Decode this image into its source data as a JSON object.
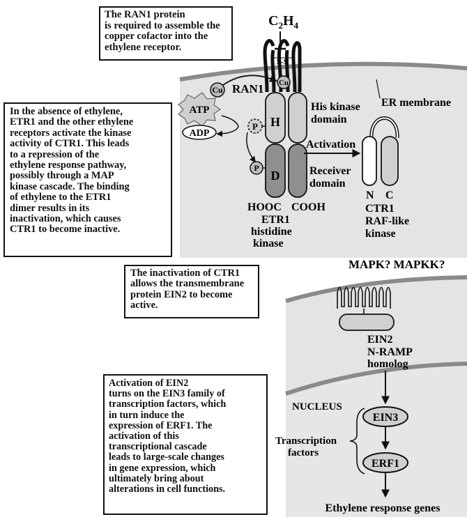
{
  "notes": {
    "ran1": "The RAN1 protein\nis required to assemble the\ncopper cofactor into the\nethylene receptor.",
    "etr1": "In the absence of ethylene,\nETR1 and the other ethylene\nreceptors activate the kinase\nactivity of CTR1. This leads\nto a repression of the\nethylene response pathway,\npossibly through a MAP\nkinase cascade. The binding\nof ethylene to the ETR1\ndimer results in its\ninactivation, which causes\nCTR1 to become inactive.",
    "ctr1": "The inactivation of CTR1\nallows the transmembrane\nprotein EIN2 to become\nactive.",
    "ein2": "Activation of EIN2\nturns on the EIN3 family of\ntranscription factors, which\nin turn induce the\nexpression of ERF1. The\nactivation of this\ntranscriptional cascade\nleads to large-scale changes\nin gene expression, which\nultimately bring about\nalterations in cell functions."
  },
  "labels": {
    "c2h4_c": "C",
    "c2h4_sub1": "2",
    "c2h4_h": "H",
    "c2h4_sub2": "4",
    "disulfide": "S-S",
    "cu_left": "Cu",
    "cu_right": "Cu",
    "ran1": "RAN1",
    "er_membrane": "ER membrane",
    "atp": "ATP",
    "adp": "ADP",
    "p_dashed": "P",
    "p_lower": "P",
    "domain_h": "H",
    "domain_d": "D",
    "his_kinase_1": "His kinase",
    "his_kinase_2": "domain",
    "activation": "Activation",
    "receiver_1": "Receiver",
    "receiver_2": "domain",
    "hooc": "HOOC",
    "cooh": "COOH",
    "etr1_1": "ETR1",
    "etr1_2": "histidine",
    "etr1_3": "kinase",
    "ctr1_n": "N",
    "ctr1_c": "C",
    "ctr1_1": "CTR1",
    "ctr1_2": "RAF-like",
    "ctr1_3": "kinase",
    "mapk": "MAPK? MAPKK?",
    "ein2_1": "EIN2",
    "ein2_2": "N-RAMP",
    "ein2_3": "homolog",
    "nucleus": "NUCLEUS",
    "ein3": "EIN3",
    "erf1": "ERF1",
    "tf_1": "Transcription",
    "tf_2": "factors",
    "response_genes": "Ethylene response genes"
  },
  "colors": {
    "cell_fill": "#e4e4e4",
    "membrane": "#8a8a8a",
    "light_protein": "#d0d0d0",
    "dark_protein": "#8f8f8f",
    "ink": "#111111"
  }
}
